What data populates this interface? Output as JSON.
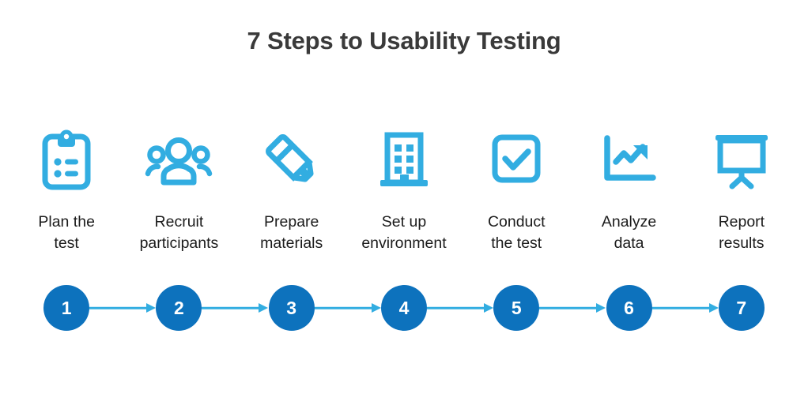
{
  "title": "7 Steps to Usability Testing",
  "colors": {
    "background": "#ffffff",
    "title_text": "#3a3a3a",
    "label_text": "#1b1b1b",
    "icon_blue": "#32ade1",
    "circle_blue": "#0d72bd",
    "arrow_blue": "#32ade1",
    "number_text": "#ffffff"
  },
  "steps": [
    {
      "number": "1",
      "label": "Plan the\ntest",
      "icon": "clipboard-checklist-icon",
      "has_arrow": true
    },
    {
      "number": "2",
      "label": "Recruit\nparticipants",
      "icon": "people-group-icon",
      "has_arrow": true
    },
    {
      "number": "3",
      "label": "Prepare\nmaterials",
      "icon": "pencil-edit-icon",
      "has_arrow": true
    },
    {
      "number": "4",
      "label": "Set up\nenvironment",
      "icon": "building-icon",
      "has_arrow": true
    },
    {
      "number": "5",
      "label": "Conduct\nthe test",
      "icon": "checkbox-check-icon",
      "has_arrow": true
    },
    {
      "number": "6",
      "label": "Analyze\ndata",
      "icon": "trend-chart-icon",
      "has_arrow": true
    },
    {
      "number": "7",
      "label": "Report\nresults",
      "icon": "presentation-board-icon",
      "has_arrow": false
    }
  ]
}
